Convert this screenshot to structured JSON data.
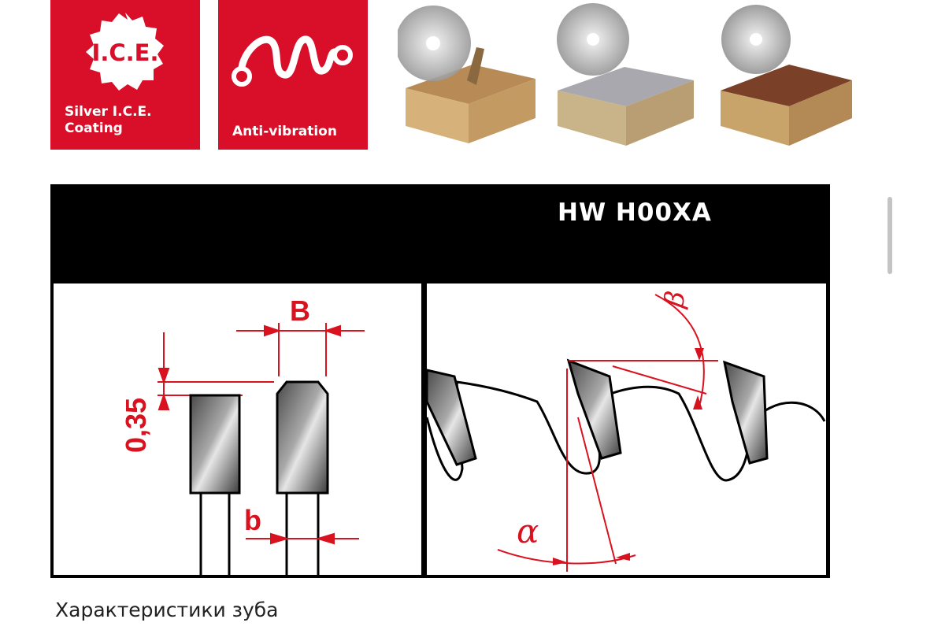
{
  "badges": {
    "ice": {
      "emblem": "I.C.E.",
      "line1": "Silver I.C.E.",
      "line2": "Coating",
      "icon": "ice-emblem-icon"
    },
    "antivibration": {
      "label": "Anti-vibration",
      "icon": "antivibration-icon"
    }
  },
  "materials": [
    {
      "icon": "saw-cutting-wood-icon"
    },
    {
      "icon": "saw-cutting-laminated-board-icon"
    },
    {
      "icon": "saw-cutting-veneered-board-icon"
    }
  ],
  "diagram": {
    "header": "HW H00XA",
    "left": {
      "label_B": "B",
      "label_035": "0,35",
      "label_b": "b"
    },
    "right": {
      "label_alpha": "α",
      "label_beta": "β"
    }
  },
  "caption": "Характеристики зуба",
  "colors": {
    "brand_red": "#d90f2a",
    "dimension_red": "#d9121f",
    "header_black": "#000000"
  }
}
